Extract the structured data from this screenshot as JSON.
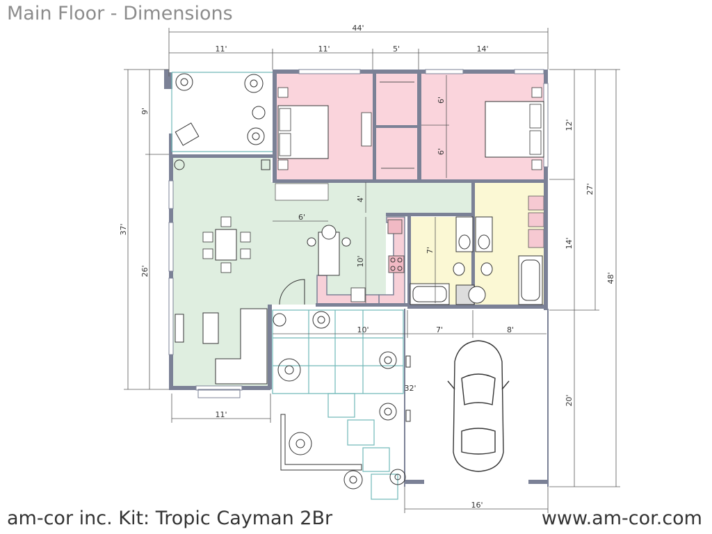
{
  "title": "Main Floor - Dimensions",
  "footer": {
    "left": "am-cor inc. Kit: Tropic Cayman 2Br",
    "right": "www.am-cor.com"
  },
  "colors": {
    "bedroom": "#fad4dc",
    "living": "#dfeee0",
    "bath": "#fbf8d4",
    "kitchen_counter": "#f7d0d8",
    "wall": "#7b8196",
    "patio": "#6fb7b7"
  },
  "dimensions": {
    "top_overall": "44'",
    "top_1": "11'",
    "top_2": "11'",
    "top_3": "5'",
    "top_4": "14'",
    "left_overall": "37'",
    "left_upper": "9'",
    "left_lower": "26'",
    "right_upper": "12'",
    "right_mid": "14'",
    "right_27": "27'",
    "right_48": "48'",
    "right_garage": "20'",
    "closet_a": "6'",
    "closet_b": "6'",
    "hall_6": "6'",
    "hall_4": "4'",
    "kitchen_10": "10'",
    "bath_7": "7'",
    "patio_10": "10'",
    "entry_7": "7'",
    "entry_8": "8'",
    "mid_32": "32'",
    "bottom_left": "11'",
    "bottom_garage": "16'"
  }
}
